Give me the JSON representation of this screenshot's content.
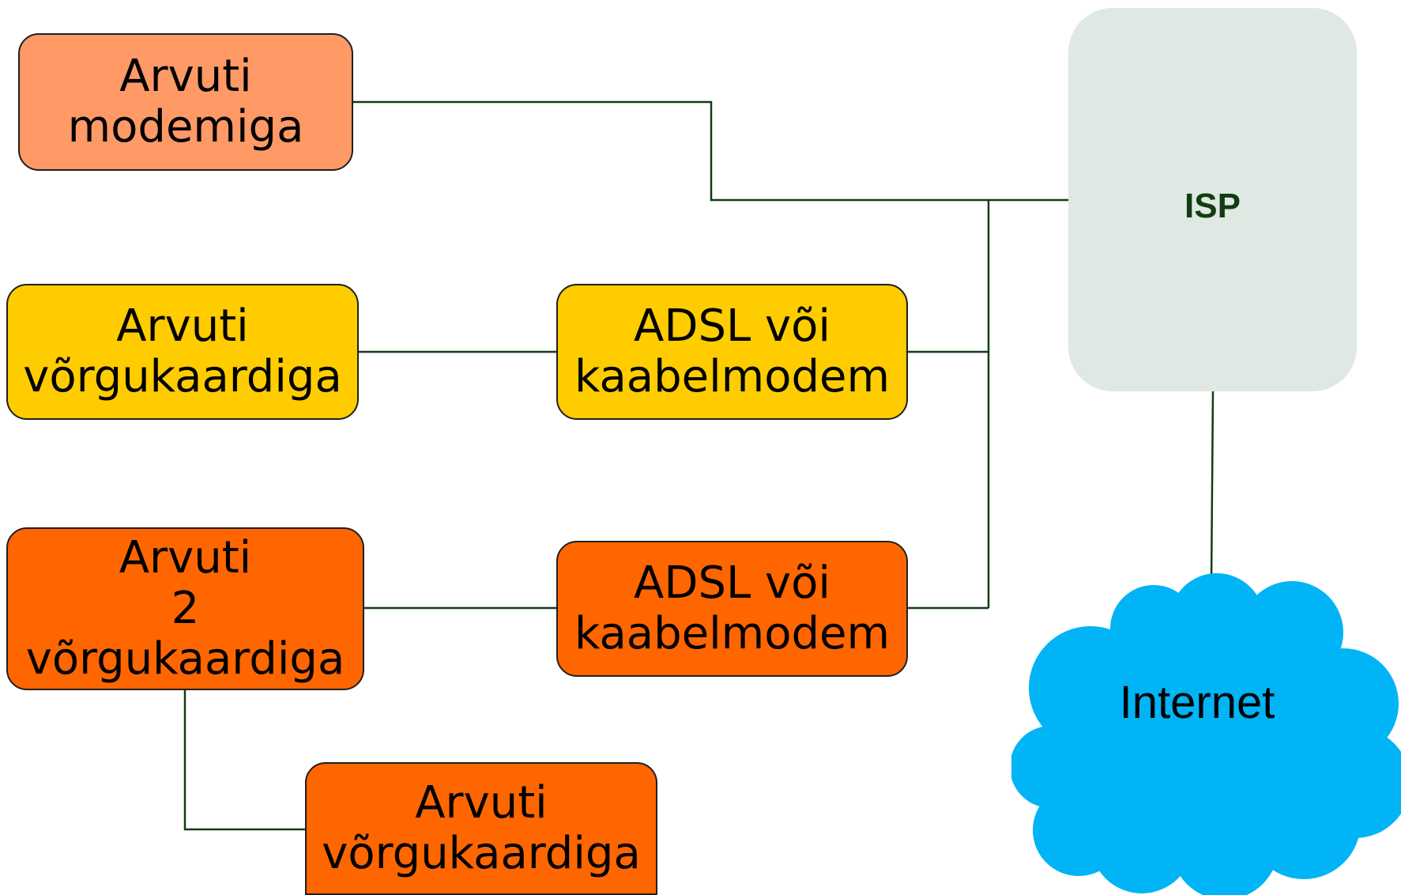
{
  "colors": {
    "modem_pc": "#ff9966",
    "nic_group": "#ffcc00",
    "two_nic_group": "#ff6600",
    "isp": "#dfe8e2",
    "internet_cloud": "#00b4f5",
    "line": "#123d12"
  },
  "nodes": {
    "modem_pc": "Arvuti\nmodemiga",
    "nic_pc": "Arvuti\nvõrgukaardiga",
    "modem_adsl_1": "ADSL või\nkaabelmodem",
    "two_nic_pc": "Arvuti\n2 võrgukaardiga",
    "modem_adsl_2": "ADSL või\nkaabelmodem",
    "lan_pc": "Arvuti\nvõrgukaardiga",
    "isp": "ISP",
    "internet": "Internet"
  }
}
